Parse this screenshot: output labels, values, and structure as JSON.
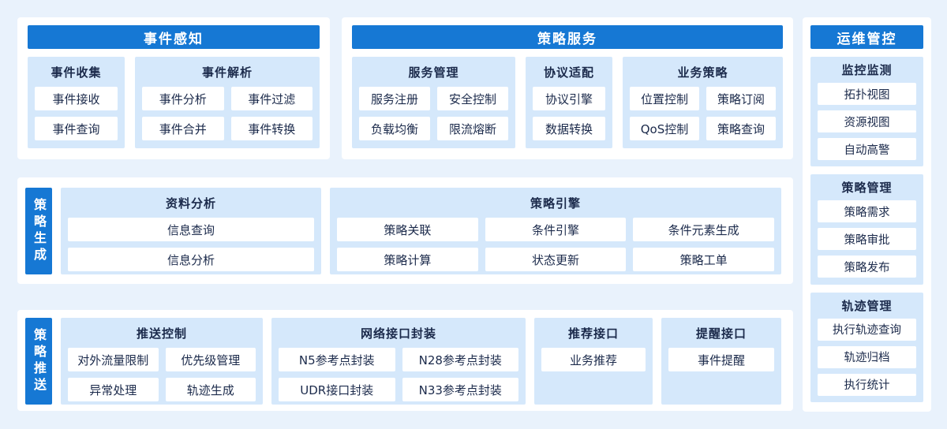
{
  "colors": {
    "page_bg": "#e9f2fc",
    "panel_bg": "#ffffff",
    "accent_blue": "#1678d4",
    "group_bg": "#d5e8fb",
    "item_bg": "#ffffff",
    "text_dark": "#1b2a4b",
    "header_text": "#ffffff"
  },
  "sections": {
    "event_perception": {
      "title": "事件感知",
      "groups": [
        {
          "title": "事件收集",
          "items": [
            "事件接收",
            "事件查询"
          ]
        },
        {
          "title": "事件解析",
          "items": [
            "事件分析",
            "事件过滤",
            "事件合并",
            "事件转换"
          ]
        }
      ]
    },
    "policy_service": {
      "title": "策略服务",
      "groups": [
        {
          "title": "服务管理",
          "items": [
            "服务注册",
            "安全控制",
            "负载均衡",
            "限流熔断"
          ]
        },
        {
          "title": "协议适配",
          "items": [
            "协议引擎",
            "数据转换"
          ]
        },
        {
          "title": "业务策略",
          "items": [
            "位置控制",
            "策略订阅",
            "QoS控制",
            "策略查询"
          ]
        }
      ]
    },
    "policy_generation": {
      "title": "策略生成",
      "groups": [
        {
          "title": "资料分析",
          "items": [
            "信息查询",
            "信息分析"
          ]
        },
        {
          "title": "策略引擎",
          "items": [
            "策略关联",
            "条件引擎",
            "条件元素生成",
            "策略计算",
            "状态更新",
            "策略工单"
          ]
        }
      ]
    },
    "policy_push": {
      "title": "策略推送",
      "groups": [
        {
          "title": "推送控制",
          "items": [
            "对外流量限制",
            "优先级管理",
            "异常处理",
            "轨迹生成"
          ]
        },
        {
          "title": "网络接口封装",
          "items": [
            "N5参考点封装",
            "N28参考点封装",
            "UDR接口封装",
            "N33参考点封装"
          ]
        },
        {
          "title": "推荐接口",
          "items": [
            "业务推荐"
          ]
        },
        {
          "title": "提醒接口",
          "items": [
            "事件提醒"
          ]
        }
      ]
    },
    "ops_control": {
      "title": "运维管控",
      "groups": [
        {
          "title": "监控监测",
          "items": [
            "拓扑视图",
            "资源视图",
            "自动高警"
          ]
        },
        {
          "title": "策略管理",
          "items": [
            "策略需求",
            "策略审批",
            "策略发布"
          ]
        },
        {
          "title": "轨迹管理",
          "items": [
            "执行轨迹查询",
            "轨迹归档",
            "执行统计"
          ]
        }
      ]
    }
  }
}
